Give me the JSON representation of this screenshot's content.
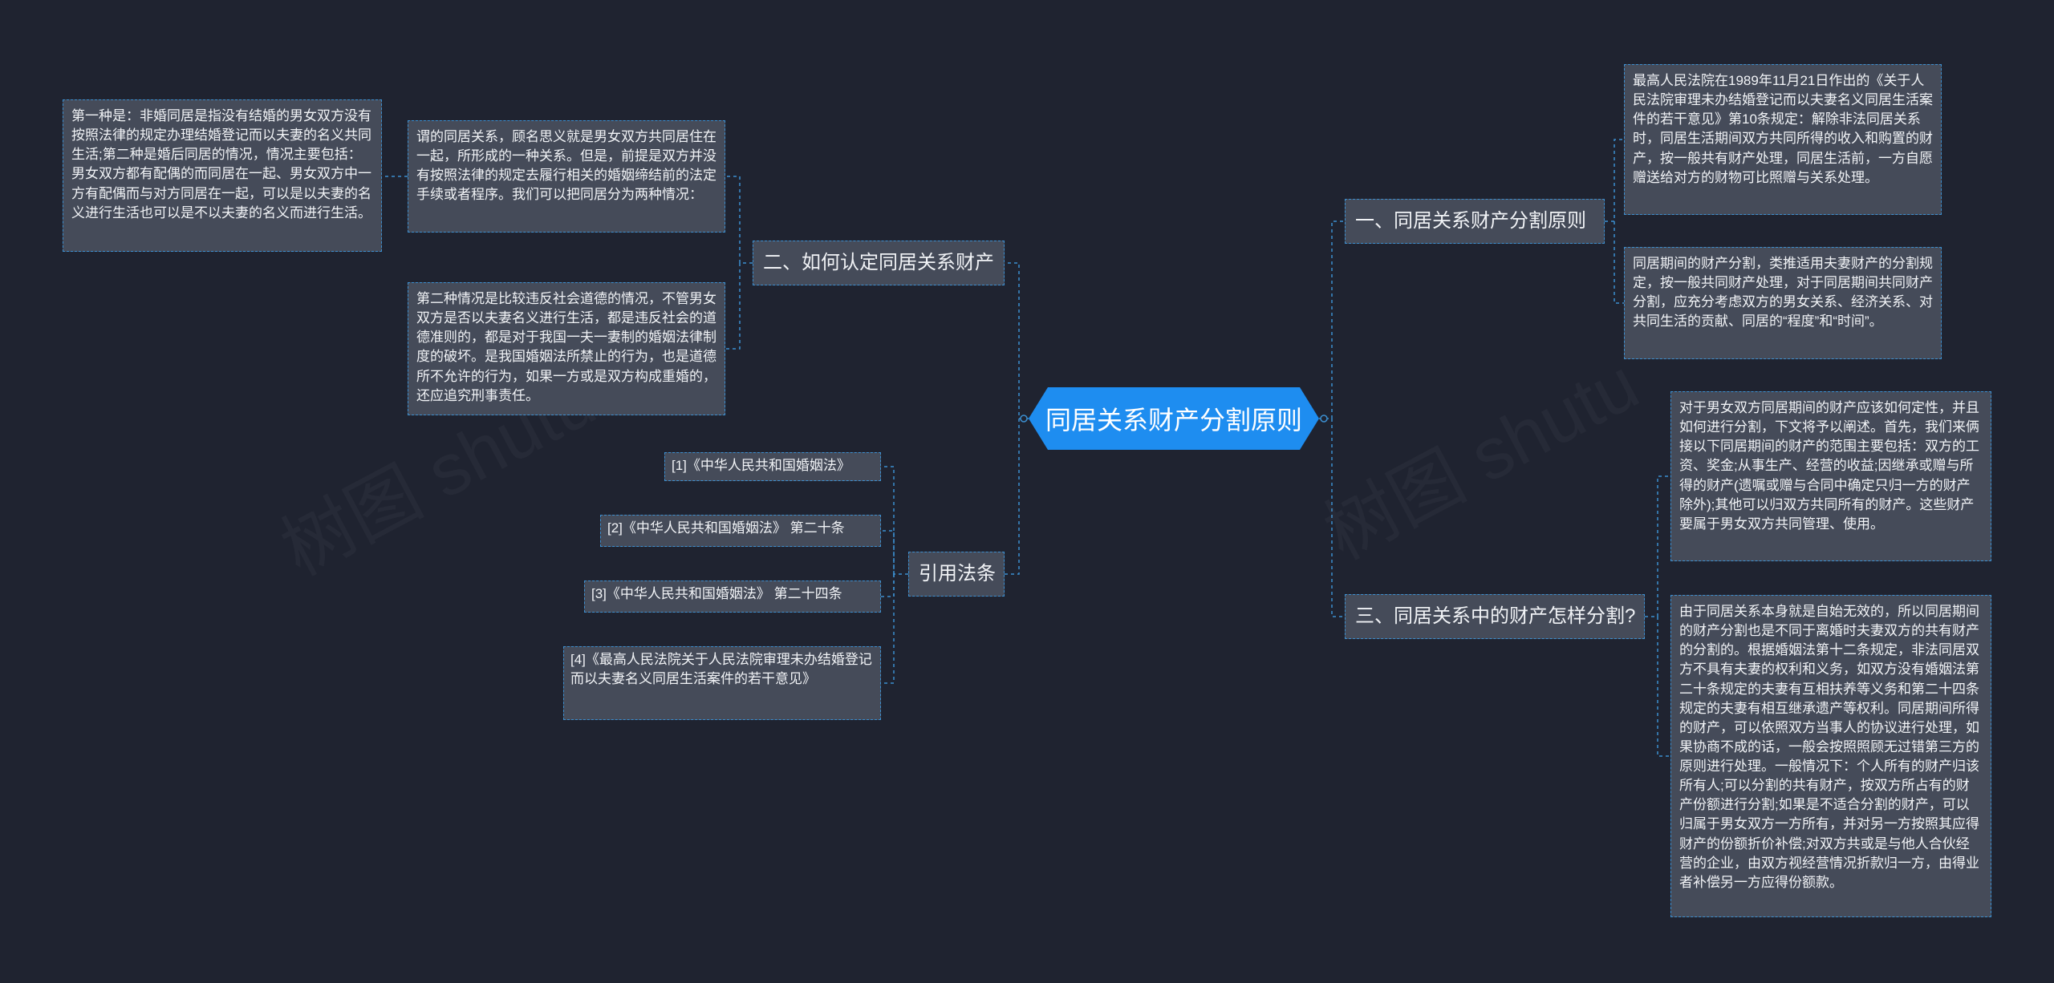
{
  "root": "同居关系财产分割原则",
  "branches": {
    "b1": "一、同居关系财产分割原则",
    "b2": "二、如何认定同居关系财产",
    "b3": "三、同居关系中的财产怎样分割?",
    "b4": "引用法条"
  },
  "details": {
    "b1_a": "最高人民法院在1989年11月21日作出的《关于人民法院审理未办结婚登记而以夫妻名义同居生活案件的若干意见》第10条规定：解除非法同居关系时，同居生活期间双方共同所得的收入和购置的财产，按一般共有财产处理，同居生活前，一方自愿赠送给对方的财物可比照赠与关系处理。",
    "b1_b": "同居期间的财产分割，类推适用夫妻财产的分割规定，按一般共同财产处理，对于同居期间共同财产分割，应充分考虑双方的男女关系、经济关系、对共同生活的贡献、同居的“程度”和“时间”。",
    "b2_a": "谓的同居关系，顾名思义就是男女双方共同居住在一起，所形成的一种关系。但是，前提是双方并没有按照法律的规定去履行相关的婚姻缔结前的法定手续或者程序。我们可以把同居分为两种情况：",
    "b2_a1": "第一种是：非婚同居是指没有结婚的男女双方没有按照法律的规定办理结婚登记而以夫妻的名义共同生活;第二种是婚后同居的情况，情况主要包括：男女双方都有配偶的而同居在一起、男女双方中一方有配偶而与对方同居在一起，可以是以夫妻的名义进行生活也可以是不以夫妻的名义而进行生活。",
    "b2_b": "第二种情况是比较违反社会道德的情况，不管男女双方是否以夫妻名义进行生活，都是违反社会的道德准则的，都是对于我国一夫一妻制的婚姻法律制度的破坏。是我国婚姻法所禁止的行为，也是道德所不允许的行为，如果一方或是双方构成重婚的，还应追究刑事责任。",
    "b3_a": "对于男女双方同居期间的财产应该如何定性，并且如何进行分割，下文将予以阐述。首先，我们来俩接以下同居期间的财产的范围主要包括：双方的工资、奖金;从事生产、经营的收益;因继承或赠与所得的财产(遗嘱或赠与合同中确定只归一方的财产除外);其他可以归双方共同所有的财产。这些财产要属于男女双方共同管理、使用。",
    "b3_b": "由于同居关系本身就是自始无效的，所以同居期间的财产分割也是不同于离婚时夫妻双方的共有财产的分割的。根据婚姻法第十二条规定，非法同居双方不具有夫妻的权利和义务，如双方没有婚姻法第二十条规定的夫妻有互相扶养等义务和第二十四条规定的夫妻有相互继承遗产等权利。同居期间所得的财产，可以依照双方当事人的协议进行处理，如果协商不成的话，一般会按照照顾无过错第三方的原则进行处理。一般情况下：个人所有的财产归该所有人;可以分割的共有财产，按双方所占有的财产份额进行分割;如果是不适合分割的财产，可以归属于男女双方一方所有，并对另一方按照其应得财产的份额折价补偿;对双方共或是与他人合伙经营的企业，由双方视经营情况折款归一方，由得业者补偿另一方应得份额款。",
    "ref1": "[1]《中华人民共和国婚姻法》",
    "ref2": "[2]《中华人民共和国婚姻法》 第二十条",
    "ref3": "[3]《中华人民共和国婚姻法》 第二十四条",
    "ref4": "[4]《最高人民法院关于人民法院审理未办结婚登记而以夫妻名义同居生活案件的若干意见》"
  },
  "colors": {
    "background": "#1f2330",
    "root_fill": "#1e8df0",
    "node_fill": "#454b59",
    "link": "#3c8fd0"
  }
}
